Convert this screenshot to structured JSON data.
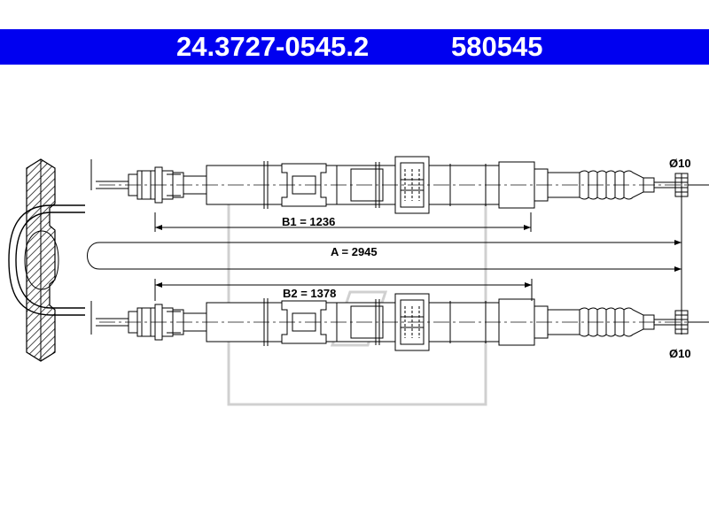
{
  "header": {
    "part_number": "24.3727-0545.2",
    "reference_number": "580545",
    "background_color": "#0000f0",
    "text_color": "#ffffff"
  },
  "dimensions": {
    "b1": "B1 = 1236",
    "b2": "B2 = 1378",
    "a": "A = 2945",
    "diameter_top": "Ø10",
    "diameter_bottom": "Ø10"
  }
}
